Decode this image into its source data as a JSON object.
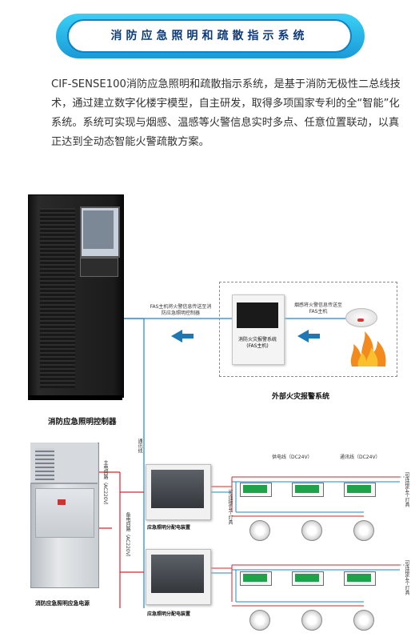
{
  "banner": {
    "title": "消防应急照明和疏散指示系统"
  },
  "intro": {
    "text": "CIF-SENSE100消防应急照明和疏散指示系统，是基于消防无极性二总线技术，通过建立数字化楼宇模型，自主研发，取得多项国家专利的全“智能”化系统。系统可实现与烟感、温感等火警信息实时多点、任意位置联动，以真正达到全动态智能火警疏散方案。"
  },
  "diagram": {
    "controller_label": "消防应急照明控制器",
    "fas_unit_label": "消防火灾报警系统(FAS主机)",
    "fas_to_controller_note": "FAS主机将火警信息传送至消防应急照明控制器",
    "detector_to_fas_note": "烟感将火警信息传送至FAS主机",
    "external_system_label": "外部火灾报警系统",
    "comm_line_label": "通讯线",
    "power_line_main_label": "主电回路（AC220V）",
    "power_circuit_label": "备电回路（AC220V）",
    "power_supply_label": "消防应急照明应急电源",
    "dist_unit_label": "应急照明分配电装置",
    "supply_line_label": "供电线（DC24V）",
    "comm_line_dc_label": "通讯线（DC24V）",
    "lamp_count_label": "可连接64个灯具",
    "lamp_group_label": "可连接64个灯具"
  }
}
